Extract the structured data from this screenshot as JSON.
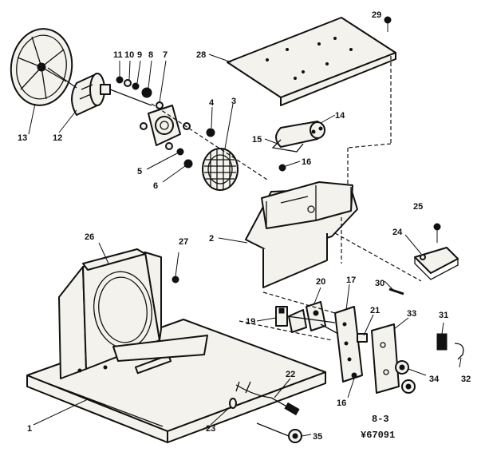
{
  "callouts": [
    {
      "id": "p1",
      "text": "1"
    },
    {
      "id": "p2",
      "text": "2"
    },
    {
      "id": "p3",
      "text": "3"
    },
    {
      "id": "p4",
      "text": "4"
    },
    {
      "id": "p5",
      "text": "5"
    },
    {
      "id": "p6",
      "text": "6"
    },
    {
      "id": "p7",
      "text": "7"
    },
    {
      "id": "p8",
      "text": "8"
    },
    {
      "id": "p9",
      "text": "9"
    },
    {
      "id": "p10",
      "text": "10"
    },
    {
      "id": "p11",
      "text": "11"
    },
    {
      "id": "p12",
      "text": "12"
    },
    {
      "id": "p13",
      "text": "13"
    },
    {
      "id": "p14",
      "text": "14"
    },
    {
      "id": "p15",
      "text": "15"
    },
    {
      "id": "p16a",
      "text": "16"
    },
    {
      "id": "p16b",
      "text": "16"
    },
    {
      "id": "p17",
      "text": "17"
    },
    {
      "id": "p19",
      "text": "19"
    },
    {
      "id": "p20",
      "text": "20"
    },
    {
      "id": "p21",
      "text": "21"
    },
    {
      "id": "p22",
      "text": "22"
    },
    {
      "id": "p23",
      "text": "23"
    },
    {
      "id": "p24",
      "text": "24"
    },
    {
      "id": "p25",
      "text": "25"
    },
    {
      "id": "p26",
      "text": "26"
    },
    {
      "id": "p27",
      "text": "27"
    },
    {
      "id": "p28",
      "text": "28"
    },
    {
      "id": "p29",
      "text": "29"
    },
    {
      "id": "p30",
      "text": "30"
    },
    {
      "id": "p31",
      "text": "31"
    },
    {
      "id": "p32",
      "text": "32"
    },
    {
      "id": "p33",
      "text": "33"
    },
    {
      "id": "p34",
      "text": "34"
    },
    {
      "id": "p35",
      "text": "35"
    }
  ],
  "footer": {
    "page_code": "8-3",
    "drawing_number": "¥67091"
  }
}
